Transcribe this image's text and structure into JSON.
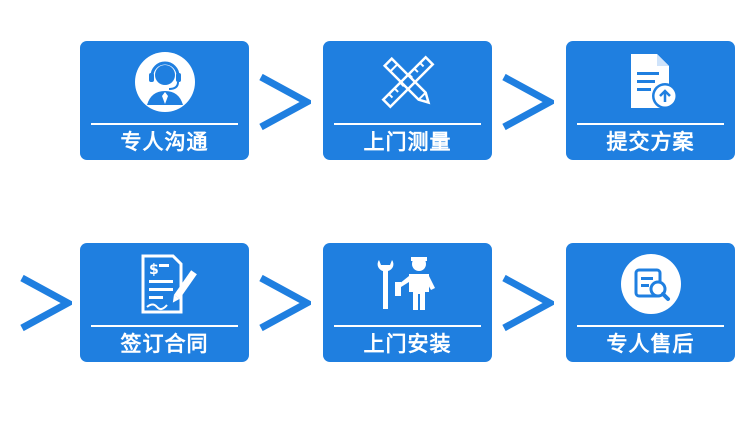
{
  "steps": [
    {
      "label": "专人沟通",
      "icon": "customer-service-icon"
    },
    {
      "label": "上门测量",
      "icon": "ruler-pencil-icon"
    },
    {
      "label": "提交方案",
      "icon": "document-upload-icon"
    },
    {
      "label": "签订合同",
      "icon": "contract-sign-icon"
    },
    {
      "label": "上门安装",
      "icon": "installer-worker-icon"
    },
    {
      "label": "专人售后",
      "icon": "after-sales-search-icon"
    }
  ],
  "colors": {
    "card": "#1f7fe0",
    "arrow": "#1f7fe0",
    "foreground": "#ffffff"
  }
}
